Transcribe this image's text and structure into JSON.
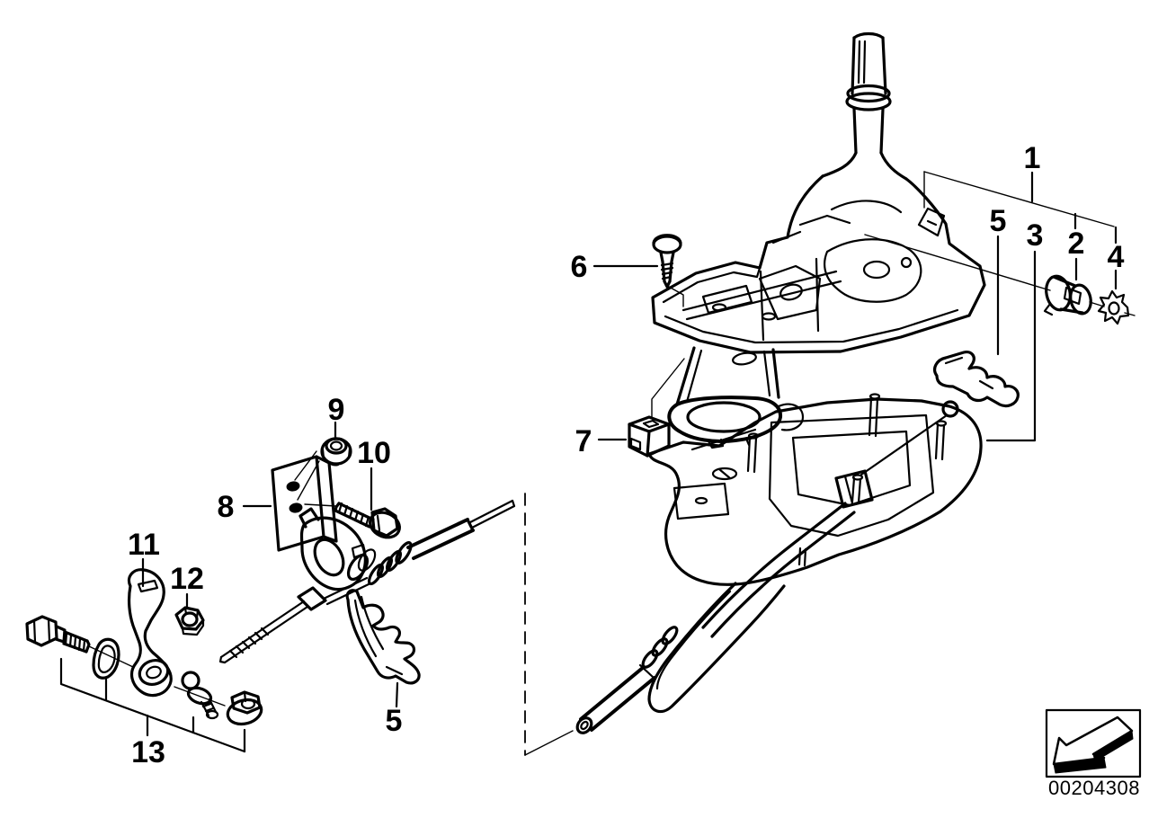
{
  "diagram": {
    "background_color": "#ffffff",
    "line_color": "#000000",
    "callouts": [
      {
        "id": "callout-1",
        "label": "1"
      },
      {
        "id": "callout-5-top",
        "label": "5"
      },
      {
        "id": "callout-3",
        "label": "3"
      },
      {
        "id": "callout-2",
        "label": "2"
      },
      {
        "id": "callout-4",
        "label": "4"
      },
      {
        "id": "callout-6",
        "label": "6"
      },
      {
        "id": "callout-7",
        "label": "7"
      },
      {
        "id": "callout-8",
        "label": "8"
      },
      {
        "id": "callout-9",
        "label": "9"
      },
      {
        "id": "callout-10",
        "label": "10"
      },
      {
        "id": "callout-11",
        "label": "11"
      },
      {
        "id": "callout-12",
        "label": "12"
      },
      {
        "id": "callout-13",
        "label": "13"
      },
      {
        "id": "callout-5-bottom",
        "label": "5"
      }
    ],
    "stamp": {
      "part_number": "00204308",
      "icon": "corner-arrow-icon"
    }
  }
}
